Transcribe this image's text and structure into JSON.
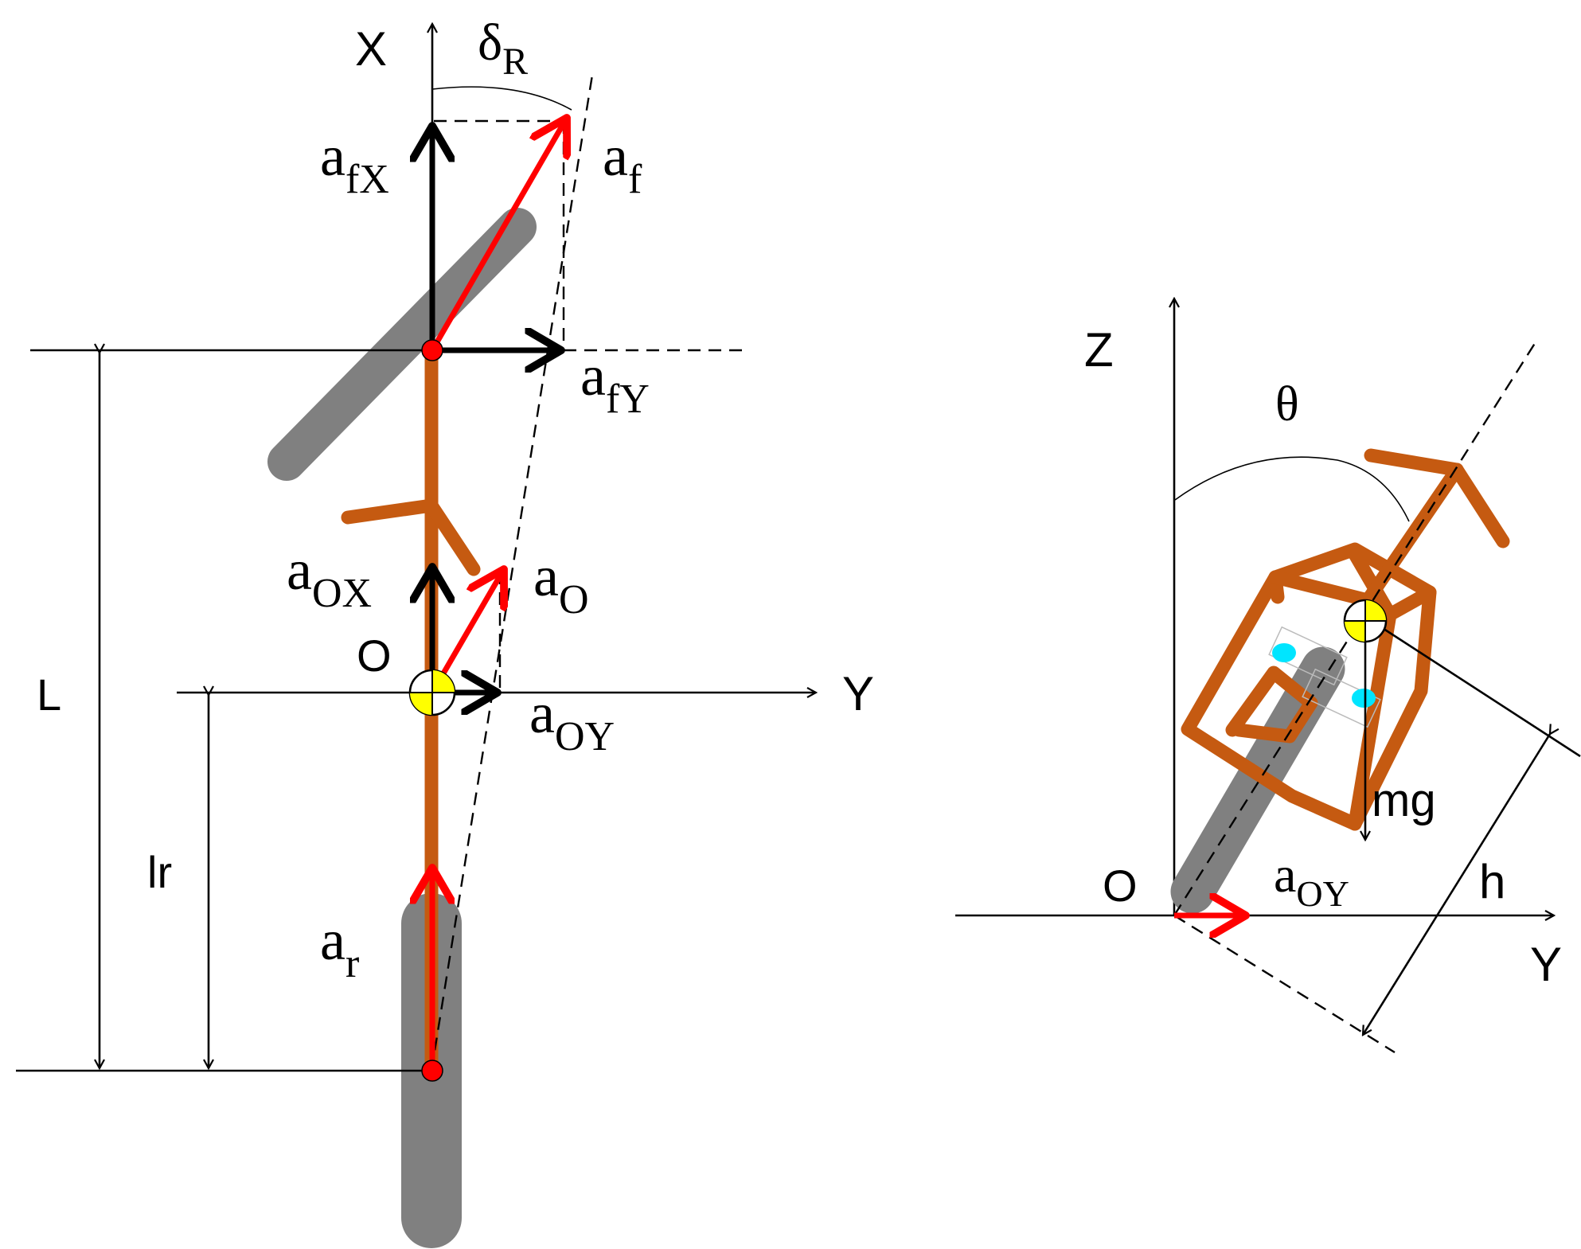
{
  "left_diagram": {
    "axis_x_label": "X",
    "axis_y_label": "Y",
    "angle_delta": {
      "main": "δ",
      "sub": "R"
    },
    "a_fX": {
      "main": "a",
      "sub": "fX"
    },
    "a_f": {
      "main": "a",
      "sub": "f"
    },
    "a_fY": {
      "main": "a",
      "sub": "fY"
    },
    "a_OX": {
      "main": "a",
      "sub": "OX"
    },
    "a_O": {
      "main": "a",
      "sub": "O"
    },
    "a_OY": {
      "main": "a",
      "sub": "OY"
    },
    "a_r": {
      "main": "a",
      "sub": "r"
    },
    "origin_label": "O",
    "dim_L": "L",
    "dim_lr": "lr"
  },
  "right_diagram": {
    "axis_z_label": "Z",
    "axis_y_label": "Y",
    "angle_theta": "θ",
    "origin_label": "O",
    "a_OY": {
      "main": "a",
      "sub": "OY"
    },
    "mg": "mg",
    "dim_h": "h"
  },
  "colors": {
    "frame": "#c55a11",
    "wheel": "#808080",
    "vector_red": "#ff0000",
    "vector_black": "#000000",
    "cog_fill": "#ffff00",
    "rider_cyan": "#00e5ff"
  }
}
